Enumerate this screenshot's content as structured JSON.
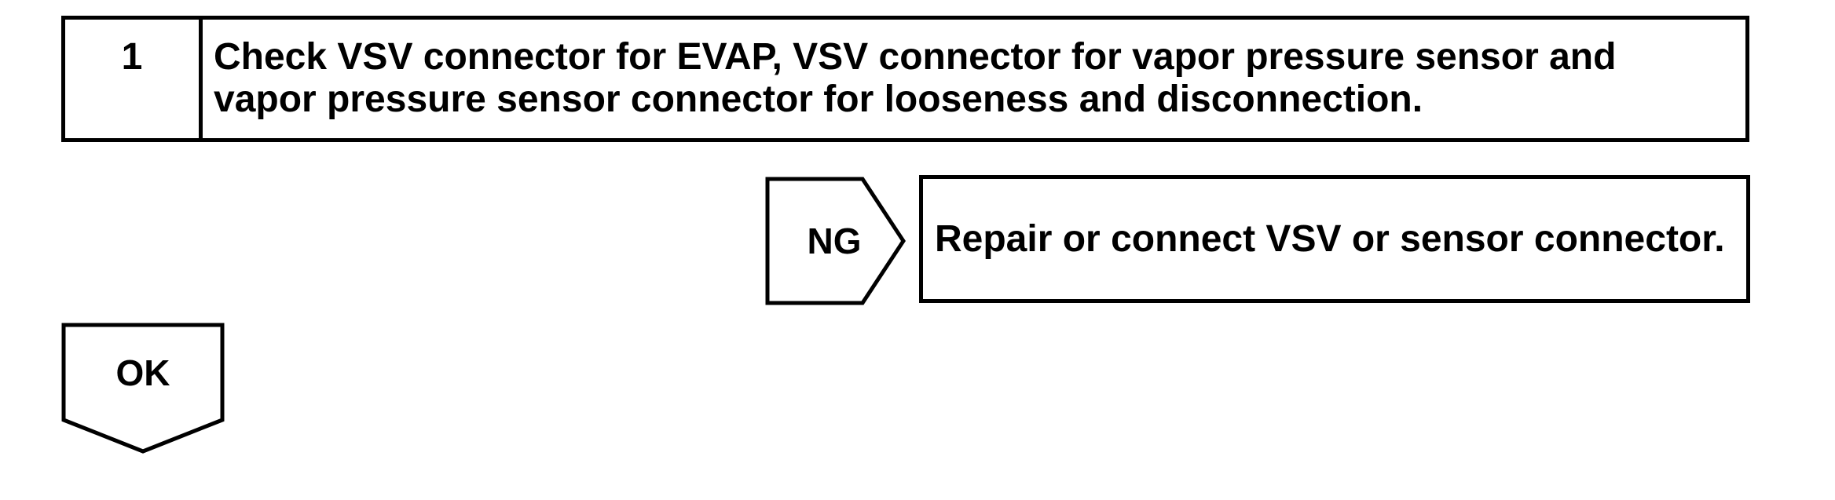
{
  "page": {
    "background": "#ffffff",
    "ink": "#000000"
  },
  "flowchart": {
    "step": {
      "number": "1",
      "instruction_lines": [
        "Check VSV connector for EVAP, VSV connector for vapor pressure sensor and",
        "vapor pressure sensor connector for looseness and disconnection."
      ]
    },
    "ng": {
      "label": "NG",
      "result": "Repair or connect VSV or sensor connector."
    },
    "ok": {
      "label": "OK"
    }
  }
}
